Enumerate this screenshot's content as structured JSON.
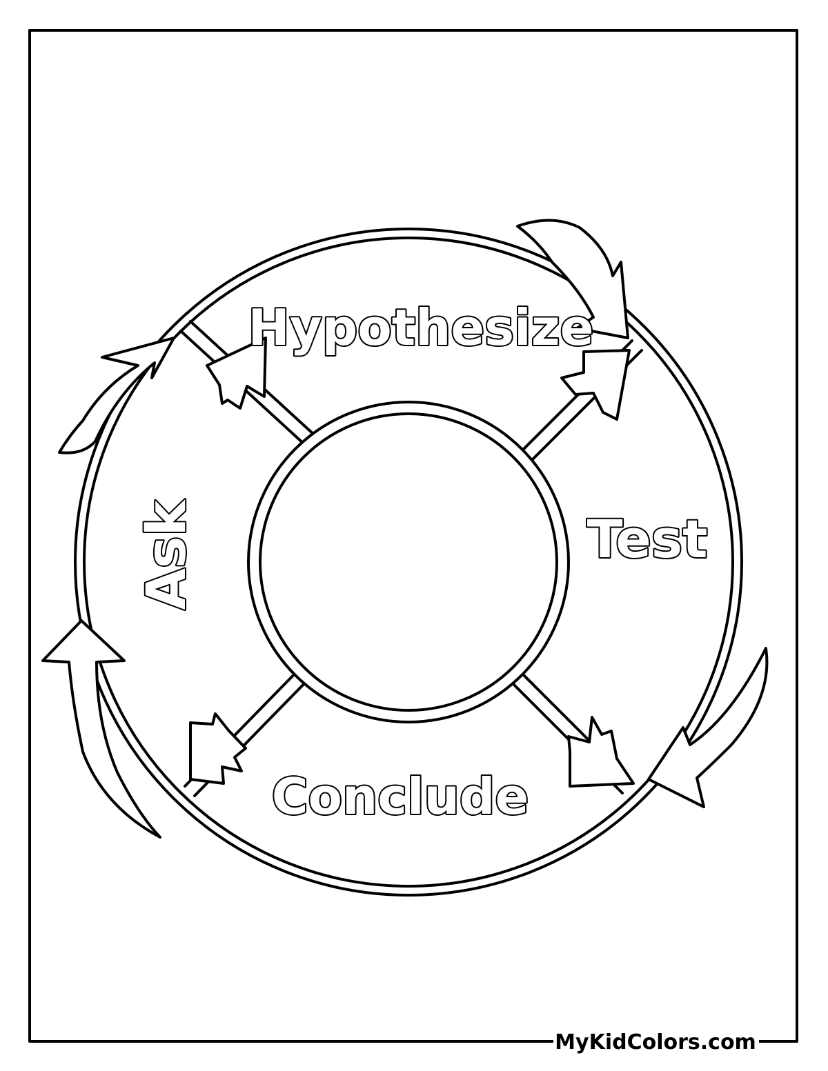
{
  "diagram": {
    "stages": [
      {
        "id": "hypothesize",
        "label": "Hypothesize"
      },
      {
        "id": "test",
        "label": "Test"
      },
      {
        "id": "conclude",
        "label": "Conclude"
      },
      {
        "id": "ask",
        "label": "Ask"
      }
    ],
    "cycle_direction": "clockwise"
  },
  "watermark": {
    "text": "MyKidColors.com"
  },
  "colors": {
    "ink": "#000000",
    "paper": "#ffffff"
  }
}
